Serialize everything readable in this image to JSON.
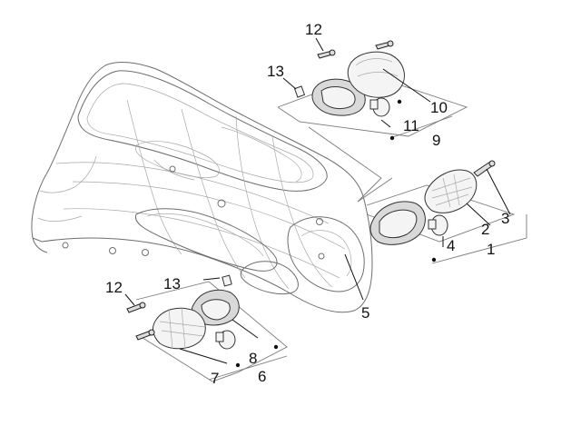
{
  "diagram": {
    "callouts": {
      "c1": "1",
      "c2": "2",
      "c3": "3",
      "c4": "4",
      "c5": "5",
      "c6": "6",
      "c7": "7",
      "c8": "8",
      "c9": "9",
      "c10": "10",
      "c11": "11",
      "c12_top": "12",
      "c12_left": "12",
      "c13_top": "13",
      "c13_left": "13"
    }
  }
}
